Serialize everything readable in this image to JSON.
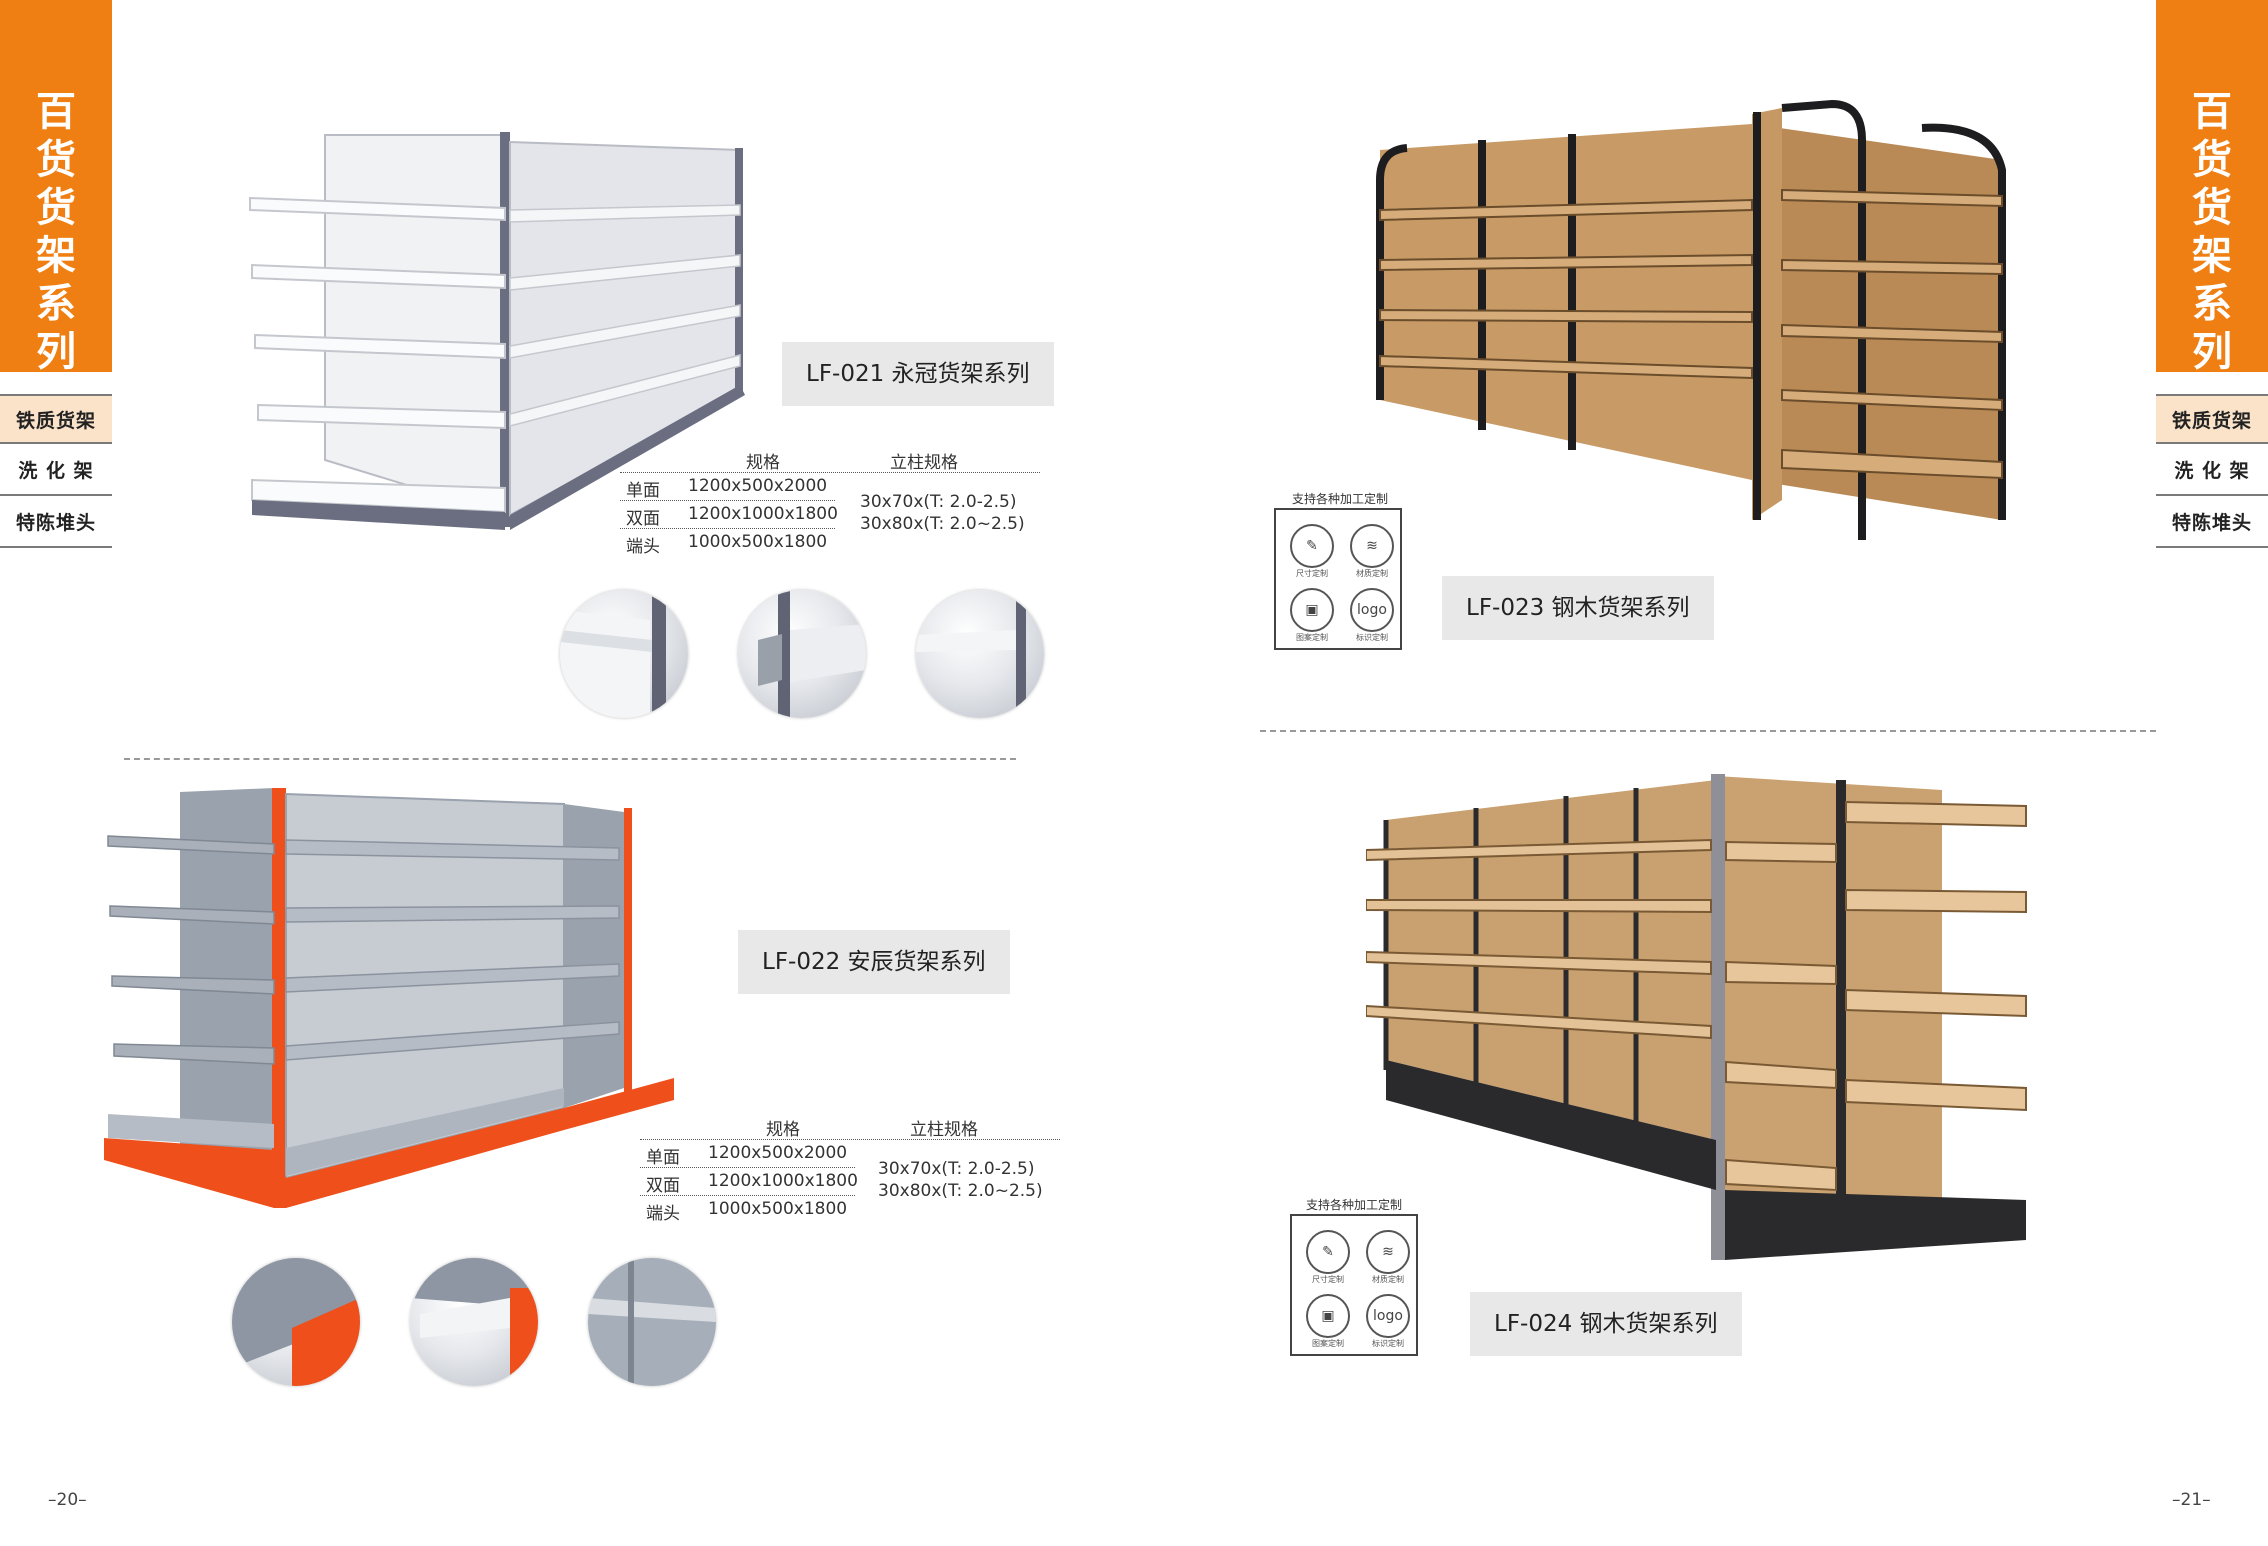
{
  "sidebar": {
    "title_chars": [
      "百",
      "货",
      "货",
      "架",
      "系",
      "列"
    ],
    "items": [
      "铁质货架",
      "洗 化 架",
      "特陈堆头"
    ]
  },
  "products": [
    {
      "label": "LF-021  永冠货架系列",
      "spec_headers": [
        "规格",
        "立柱规格"
      ],
      "spec_rows": [
        [
          "单面",
          "1200x500x2000"
        ],
        [
          "双面",
          "1200x1000x1800"
        ],
        [
          "端头",
          "1000x500x1800"
        ]
      ],
      "column_specs": [
        "30x70x(T: 2.0-2.5)",
        "30x80x(T: 2.0~2.5)"
      ]
    },
    {
      "label": "LF-022  安辰货架系列",
      "spec_headers": [
        "规格",
        "立柱规格"
      ],
      "spec_rows": [
        [
          "单面",
          "1200x500x2000"
        ],
        [
          "双面",
          "1200x1000x1800"
        ],
        [
          "端头",
          "1000x500x1800"
        ]
      ],
      "column_specs": [
        "30x70x(T: 2.0-2.5)",
        "30x80x(T: 2.0~2.5)"
      ]
    },
    {
      "label": "LF-023  钢木货架系列"
    },
    {
      "label": "LF-024  钢木货架系列"
    }
  ],
  "customization": {
    "title": "支持各种加工定制",
    "options": [
      {
        "icon": "pencil-icon",
        "label": "尺寸定制"
      },
      {
        "icon": "layers-icon",
        "label": "材质定制"
      },
      {
        "icon": "image-icon",
        "label": "图案定制"
      },
      {
        "icon": "logo-icon",
        "text": "logo",
        "label": "标识定制"
      }
    ]
  },
  "page_numbers": {
    "left": "–20–",
    "right": "–21–"
  },
  "colors": {
    "accent_orange": "#f07f13",
    "tab_highlight": "#fbe3c9"
  }
}
